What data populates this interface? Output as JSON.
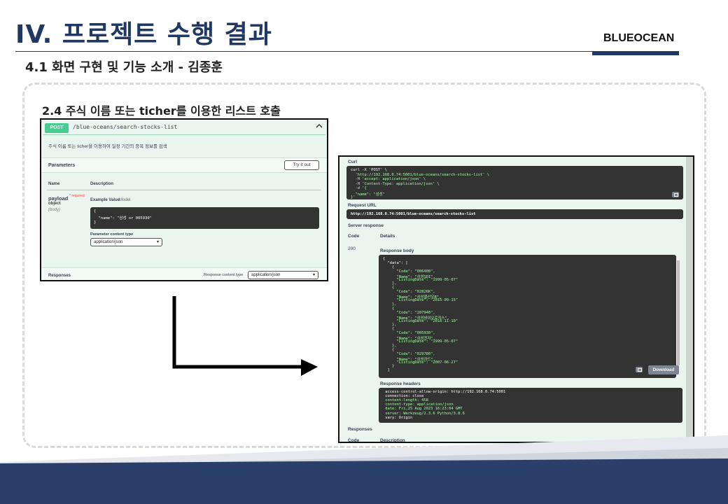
{
  "slide": {
    "title": "IV. 프로젝트 수행 결과",
    "brand": "BLUEOCEAN",
    "subtitle": "4.1 화면 구현 및 기능 소개 - 김종훈",
    "section_label": "2.4 주식 이름 또는 ticher를 이용한 리스트 호출"
  },
  "request_panel": {
    "method": "POST",
    "path": "/blue-oceans/search-stocks-list",
    "description": "주식 이름 또는 ticher을 이용하여 일정 기간의 종목 정보를 검색",
    "parameters_label": "Parameters",
    "try_button": "Try it out",
    "col_name": "Name",
    "col_description": "Description",
    "param_name": "payload",
    "param_required": "* required",
    "param_type": "object",
    "param_in": "(body)",
    "example_value": "Example Value",
    "model": "Model",
    "code_lines": [
      "{",
      "  \"name\": \"삼성 or 005930\"",
      "}"
    ],
    "content_type_label": "Parameter content type",
    "content_type_value": "application/json",
    "responses_label": "Responses",
    "response_content_type_label": "Response content type",
    "response_content_type_value": "application/json"
  },
  "response_panel": {
    "curl_label": "Curl",
    "curl_lines": [
      "curl -X 'POST' \\",
      "  'http://192.168.0.74:5001/blue-oceans/search-stocks-list' \\",
      "  -H 'accept: application/json' \\",
      "  -H 'Content-Type: application/json' \\",
      "  -d '{",
      "  \"name\": \"삼성\"",
      "}'"
    ],
    "request_url_label": "Request URL",
    "request_url": "http://192.168.0.74:5001/blue-oceans/search-stocks-list",
    "server_response_label": "Server response",
    "code_header": "Code",
    "details_header": "Details",
    "status_code": "200",
    "response_body_label": "Response body",
    "body_lines": [
      "{",
      "  \"data\": [",
      "    {",
      "      \"Code\": \"006400\",",
      "      \"Name\": \"삼성SDI\",",
      "      \"ListingDate\": \"1999-05-07\"",
      "    },",
      "    {",
      "      \"Code\": \"02826K\",",
      "      \"Name\": \"삼성물산우B\",",
      "      \"ListingDate\": \"2015-09-15\"",
      "    },",
      "    {",
      "      \"Code\": \"207940\",",
      "      \"Name\": \"삼성바이오로직스\",",
      "      \"ListingDate\": \"2016-11-10\"",
      "    },",
      "    {",
      "      \"Code\": \"005930\",",
      "      \"Name\": \"삼성전자\",",
      "      \"ListingDate\": \"1999-05-07\"",
      "    },",
      "    {",
      "      \"Code\": \"029780\",",
      "      \"Name\": \"삼성카드\",",
      "      \"ListingDate\": \"2007-06-27\"",
      "    }",
      "  ]"
    ],
    "download_button": "Download",
    "response_headers_label": "Response headers",
    "header_lines": [
      " access-control-allow-origin: http://192.168.0.74:5001",
      " connection: close",
      " content-length: 458",
      " content-type: application/json",
      " date: Fri,25 Aug 2023 16:23:04 GMT",
      " server: Werkzeug/2.3.6 Python/3.8.6",
      " vary: Origin"
    ],
    "responses_label": "Responses",
    "code_header2": "Code",
    "description_header": "Description"
  },
  "colors": {
    "title": "#1f3864",
    "post_badge": "#49cc90",
    "panel_bg": "#eaf5ef",
    "code_bg": "#333333",
    "footer_navy": "#2b3f6b"
  },
  "icons": [
    "chevron-up-icon",
    "copy-icon",
    "arrow-right-icon",
    "dropdown-caret-icon"
  ]
}
